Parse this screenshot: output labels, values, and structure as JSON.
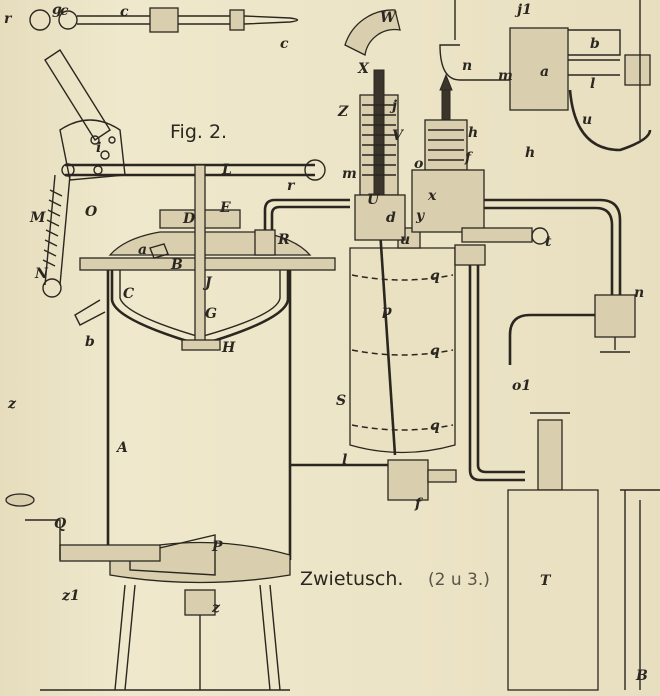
{
  "figure_title": "Fig. 2.",
  "author": "Zwietusch.",
  "author_note": "(2 u 3.)",
  "labels": [
    "r",
    "g",
    "c",
    "c",
    "W",
    "X",
    "Z",
    "j",
    "V",
    "m",
    "U",
    "h",
    "f",
    "o",
    "y",
    "x",
    "u",
    "d",
    "t",
    "n",
    "o1",
    "q",
    "p",
    "S",
    "q",
    "q",
    "l",
    "f",
    "T",
    "L",
    "D",
    "E",
    "R",
    "r",
    "a",
    "B",
    "C",
    "J",
    "G",
    "H",
    "M",
    "N",
    "O",
    "b",
    "A",
    "Q",
    "P",
    "z1",
    "z",
    "i",
    "j1",
    "n",
    "m",
    "a",
    "b",
    "l",
    "u",
    "h",
    "B",
    "z",
    "c"
  ],
  "colors": {
    "paper": "#ebe3c4",
    "ink": "#2b2720"
  }
}
